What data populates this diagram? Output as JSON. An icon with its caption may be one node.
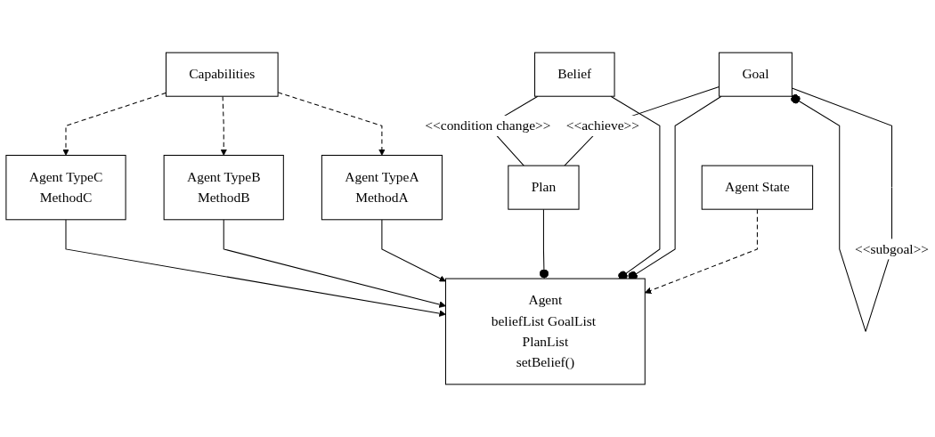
{
  "diagram": {
    "nodes": [
      {
        "text": [
          "Agent State"
        ]
      },
      {
        "text": [
          "Agent",
          "beliefList GoalList PlanList",
          "setBelief()"
        ]
      },
      {
        "text": [
          "Goal"
        ]
      },
      {
        "text": [
          "Belief"
        ]
      },
      {
        "text": [
          "Plan"
        ]
      },
      {
        "text": [
          "Capabilities"
        ]
      },
      {
        "text": [
          "Agent TypeA",
          "MethodA"
        ]
      },
      {
        "text": [
          "Agent TypeB",
          "MethodB"
        ]
      },
      {
        "text": [
          "Agent TypeC",
          "MethodC"
        ]
      }
    ],
    "edges": [
      {
        "from": 0,
        "to": 1,
        "arrow": "to",
        "style": "dashed"
      },
      {
        "from": 2,
        "to": 1,
        "arrow": "other"
      },
      {
        "from": 2,
        "to": 2,
        "arrow": "other",
        "label": "<<subgoal>>"
      },
      {
        "from": 3,
        "to": 1,
        "arrow": "other"
      },
      {
        "from": 4,
        "to": 1,
        "arrow": "other"
      },
      {
        "from": 2,
        "to": 4,
        "arrow": "none",
        "label": "<<achieve>>"
      },
      {
        "from": 3,
        "to": 4,
        "arrow": "none",
        "label": "<<condition change>>"
      },
      {
        "from": 6,
        "to": 1,
        "arrow": "to"
      },
      {
        "from": 7,
        "to": 1,
        "arrow": "to"
      },
      {
        "from": 8,
        "to": 1,
        "arrow": "to"
      },
      {
        "from": 5,
        "to": 6,
        "arrow": "to",
        "style": "dashed"
      },
      {
        "from": 5,
        "to": 7,
        "arrow": "to",
        "style": "dashed"
      },
      {
        "from": 5,
        "to": 8,
        "arrow": "to",
        "style": "dashed"
      }
    ]
  }
}
